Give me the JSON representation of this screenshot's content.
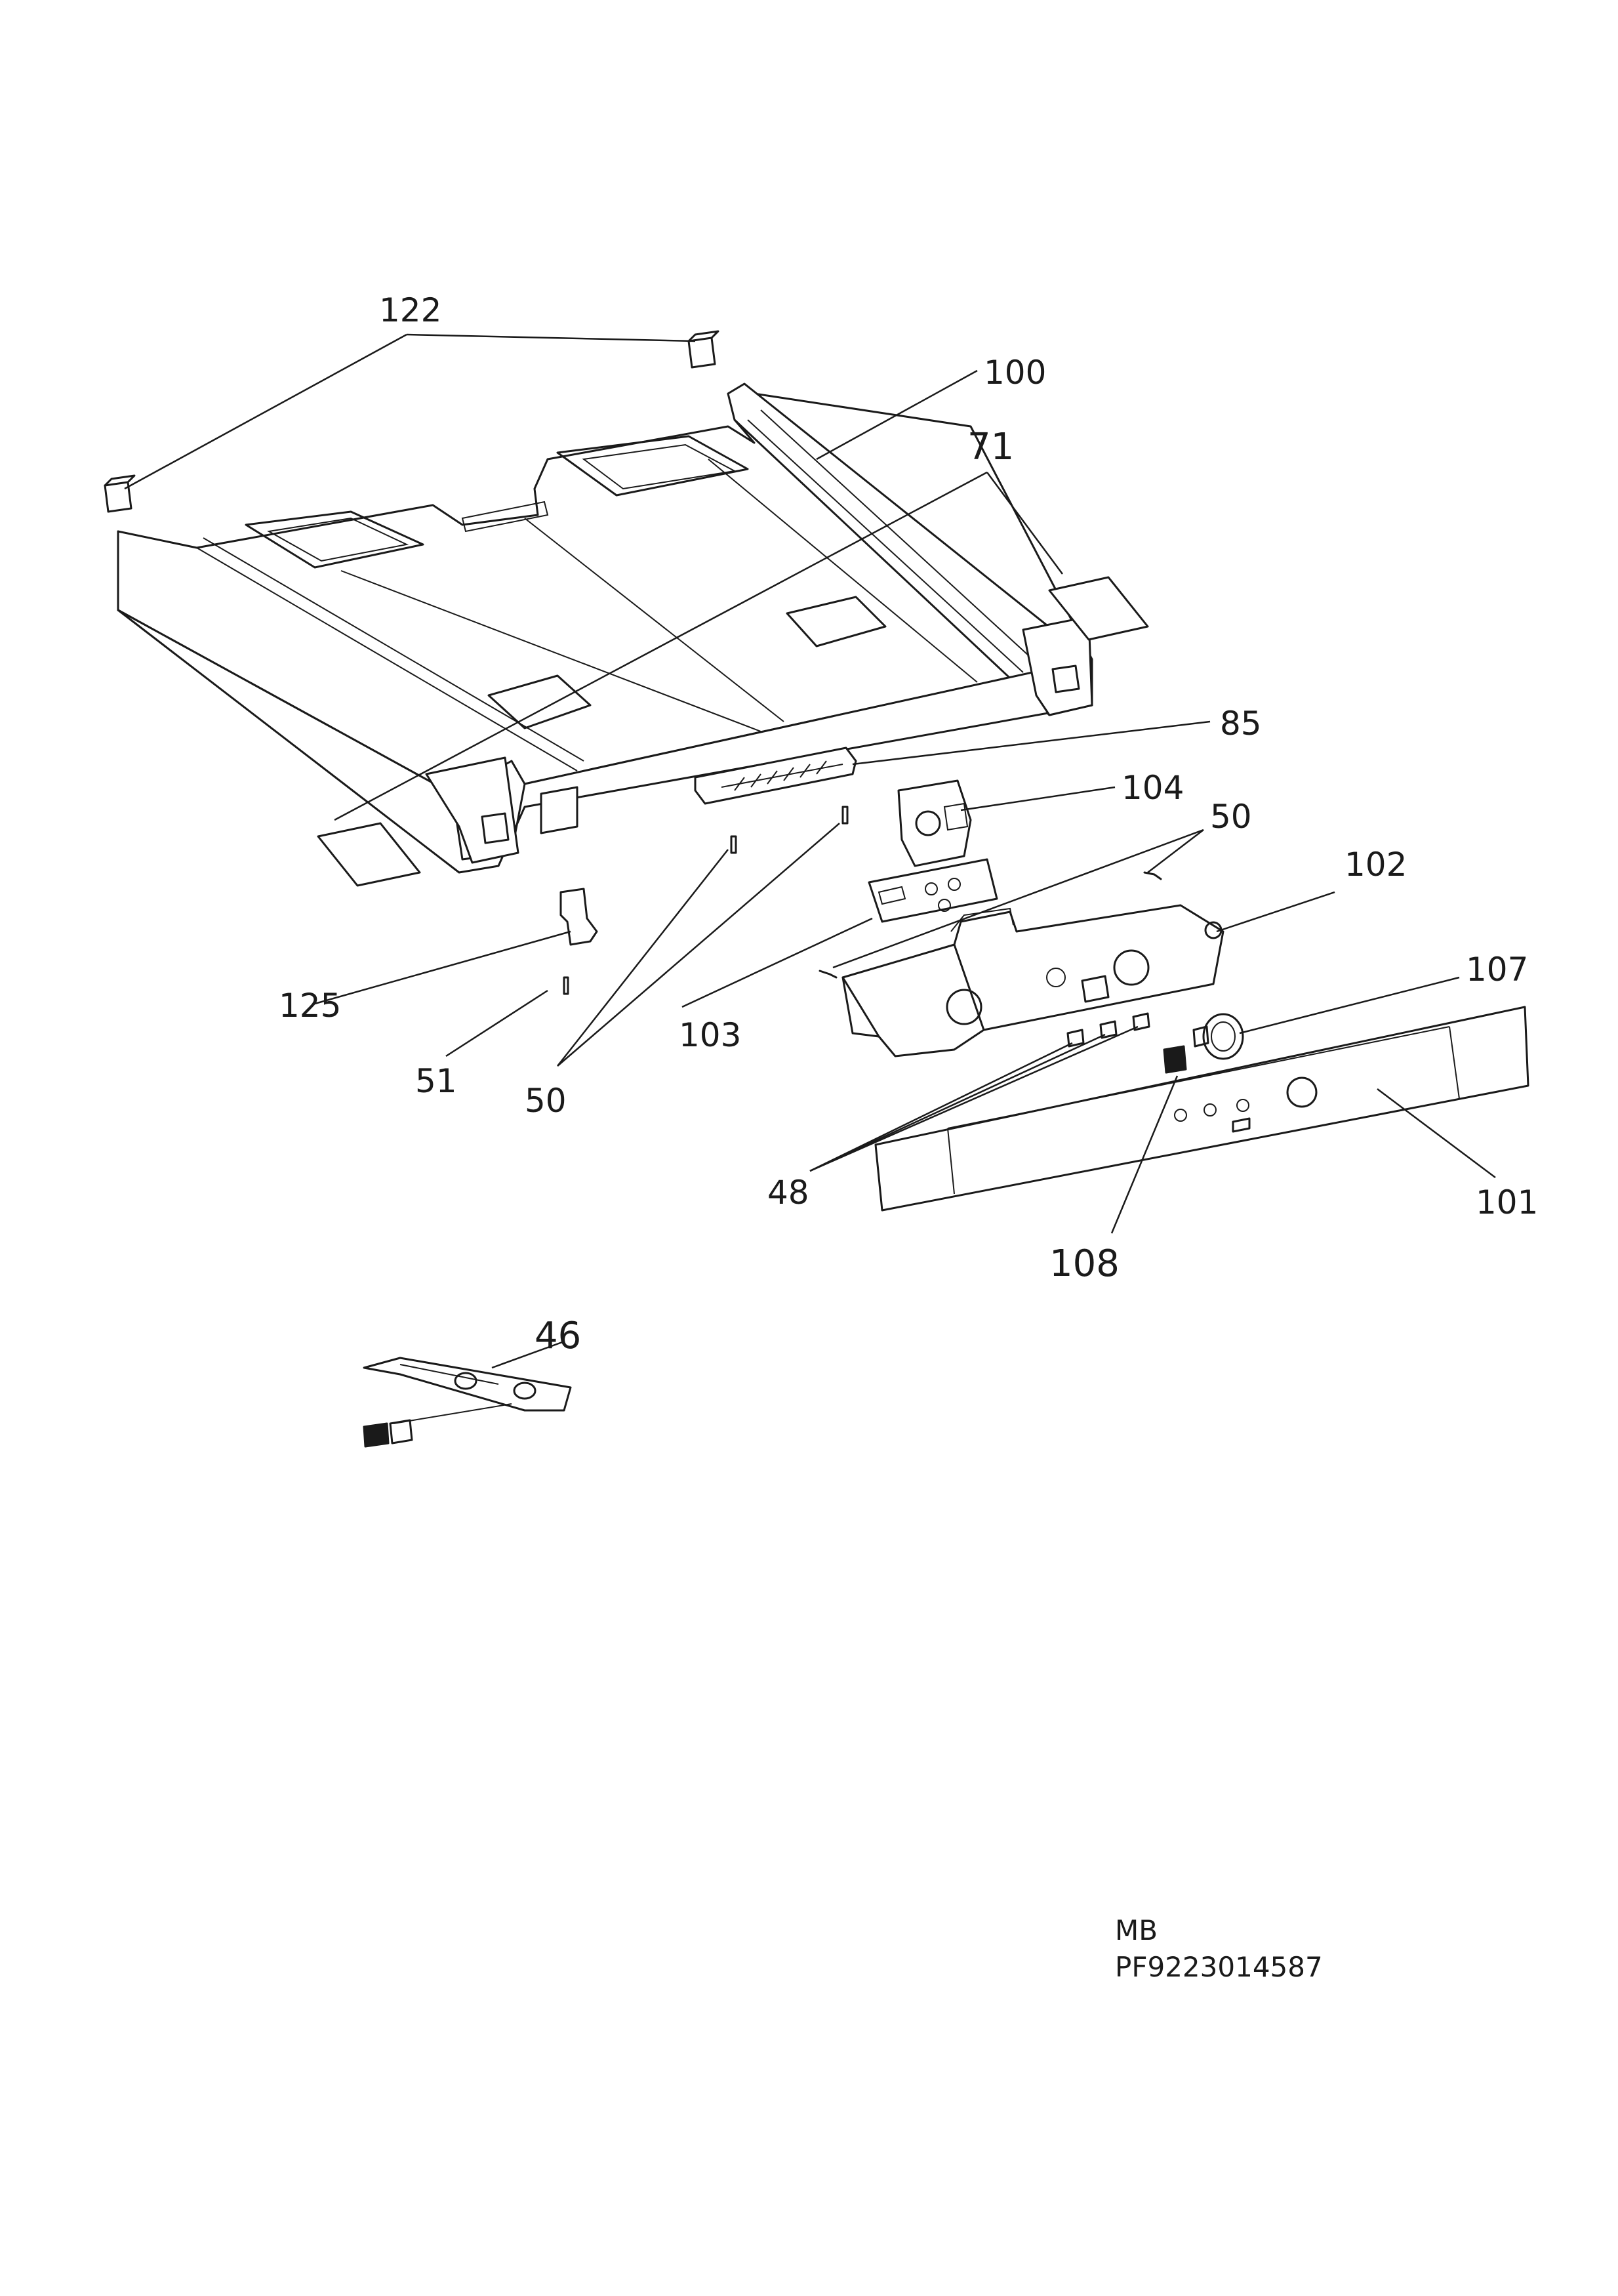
{
  "callouts": {
    "c122": "122",
    "c100": "100",
    "c71": "71",
    "c85": "85",
    "c104": "104",
    "c50a": "50",
    "c102": "102",
    "c107": "107",
    "c125": "125",
    "c103": "103",
    "c51": "51",
    "c50b": "50",
    "c48": "48",
    "c101": "101",
    "c108": "108",
    "c46": "46"
  },
  "footer": {
    "model": "MB",
    "code": "PF9223014587"
  }
}
